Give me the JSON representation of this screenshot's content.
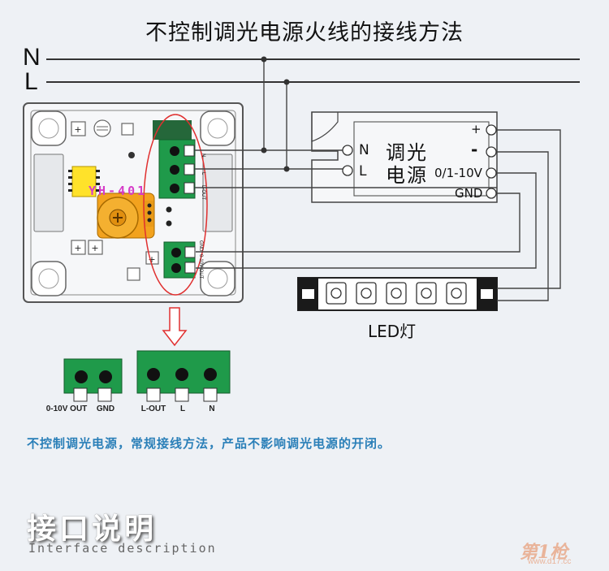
{
  "title": "不控制调光电源火线的接线方法",
  "lines": {
    "n": "N",
    "l": "L"
  },
  "module": {
    "model": "YH-401",
    "top_terminal_labels": [
      "N",
      "L",
      "L-OUT"
    ],
    "bottom_terminal_labels": [
      "0-10V OUT",
      "GND"
    ]
  },
  "driver": {
    "name_line1": "调光",
    "name_line2": "电源",
    "in_n": "N",
    "in_l": "L",
    "out_plus": "+",
    "out_minus": "-",
    "out_signal": "0/1-10V",
    "out_gnd": "GND"
  },
  "led": {
    "label": "LED灯"
  },
  "connectors": {
    "left_labels": [
      "0-10V OUT",
      "GND"
    ],
    "right_labels": [
      "L-OUT",
      "L",
      "N"
    ]
  },
  "note": "不控制调光电源，常规接线方法，产品不影响调光电源的开闭。",
  "section": {
    "title": "接口说明",
    "subtitle": "Interface description"
  },
  "watermark": {
    "main": "第1枪",
    "sub": "www.d17.cc"
  },
  "colors": {
    "terminal_green": "#1f9a4a",
    "knob_orange": "#f2a21e",
    "highlight_ring": "#e03030",
    "note_blue": "#2a7fb8",
    "model_magenta": "#d63cc8"
  }
}
